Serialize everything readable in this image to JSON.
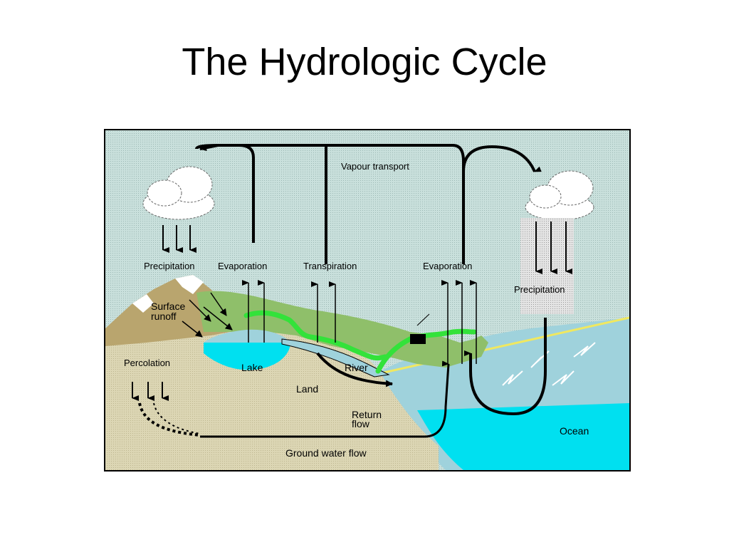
{
  "page": {
    "title": "The Hydrologic Cycle"
  },
  "diagram": {
    "labels": {
      "vapour_transport": "Vapour transport",
      "precipitation_left": "Precipitation",
      "evaporation_land": "Evaporation",
      "transpiration": "Transpiration",
      "evaporation_ocean": "Evaporation",
      "precipitation_right": "Precipitation",
      "surface_runoff_1": "Surface",
      "surface_runoff_2": "runoff",
      "percolation": "Percolation",
      "lake": "Lake",
      "land": "Land",
      "river": "River",
      "return_flow_1": "Return",
      "return_flow_2": "flow",
      "ocean": "Ocean",
      "ground_water_flow": "Ground water flow"
    },
    "colors": {
      "sky": "#c9e0dc",
      "land": "#dcd6b4",
      "mountain": "#b9a56e",
      "grass": "#8fbf6a",
      "vegetation": "#33e23a",
      "water": "#9fd2dc",
      "deep_water": "#00e0f0",
      "cloud": "#ffffff",
      "arrow": "#000000"
    }
  }
}
